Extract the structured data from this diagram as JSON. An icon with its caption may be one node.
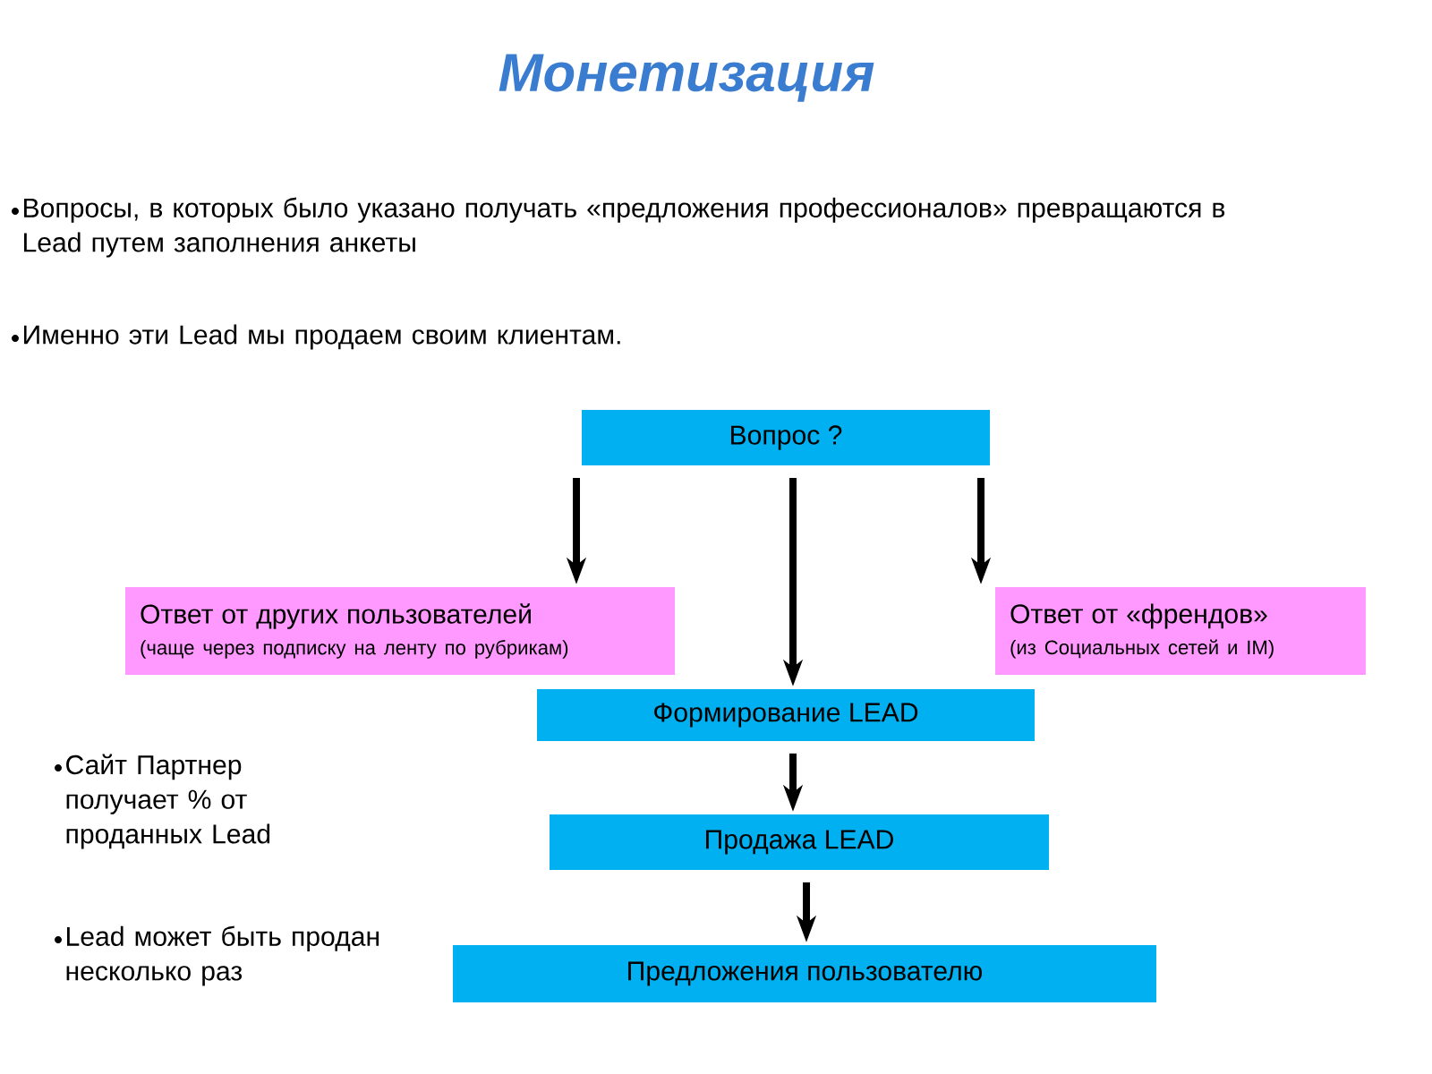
{
  "diagram": {
    "title": "Монетизация",
    "nodes": [
      {
        "text": [
          "Вопрос ?"
        ]
      },
      {
        "text": [
          "Ответ от других пользователей",
          "(чаще через подписку на ленту по рубрикам)"
        ]
      },
      {
        "text": [
          "Ответ от «френдов»",
          "(из Социальных сетей и IM)"
        ]
      },
      {
        "text": [
          "Формирование LEAD"
        ]
      },
      {
        "text": [
          "Продажа LEAD"
        ]
      },
      {
        "text": [
          "Предложения пользователю"
        ]
      }
    ],
    "edges": [
      {
        "from": 0,
        "to": 1,
        "arrow": "to"
      },
      {
        "from": 0,
        "to": 3,
        "arrow": "to"
      },
      {
        "from": 0,
        "to": 2,
        "arrow": "to"
      },
      {
        "from": 3,
        "to": 4,
        "arrow": "to"
      },
      {
        "from": 4,
        "to": 5,
        "arrow": "to"
      }
    ],
    "labels": [
      "Вопросы, в которых было указано получать «предложения профессионалов» превращаются в Lead путем заполнения анкеты",
      "Именно эти Lead мы продаем своим клиентам.",
      "Сайт Партнер получает % от проданных Lead",
      "Lead может быть продан несколько раз"
    ]
  }
}
